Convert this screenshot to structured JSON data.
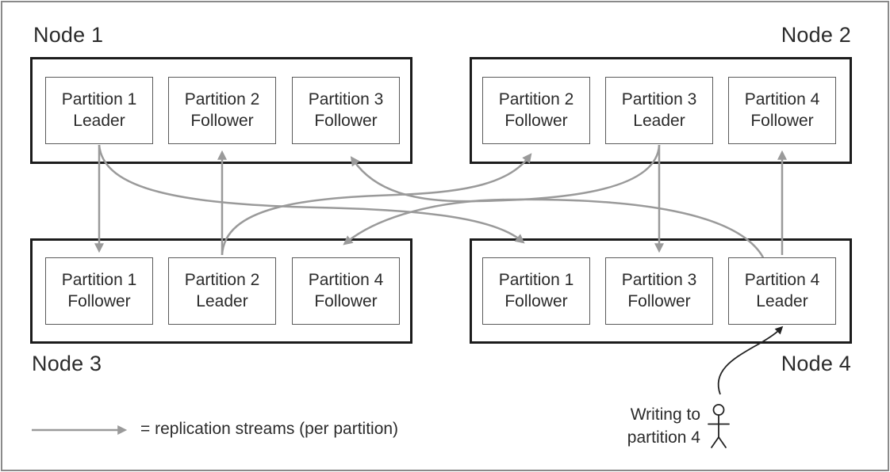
{
  "diagram": {
    "nodes": [
      {
        "label": "Node 1",
        "partitions": [
          {
            "name": "Partition 1",
            "role": "Leader"
          },
          {
            "name": "Partition 2",
            "role": "Follower"
          },
          {
            "name": "Partition 3",
            "role": "Follower"
          }
        ]
      },
      {
        "label": "Node 2",
        "partitions": [
          {
            "name": "Partition 2",
            "role": "Follower"
          },
          {
            "name": "Partition 3",
            "role": "Leader"
          },
          {
            "name": "Partition 4",
            "role": "Follower"
          }
        ]
      },
      {
        "label": "Node 3",
        "partitions": [
          {
            "name": "Partition 1",
            "role": "Follower"
          },
          {
            "name": "Partition 2",
            "role": "Leader"
          },
          {
            "name": "Partition 4",
            "role": "Follower"
          }
        ]
      },
      {
        "label": "Node 4",
        "partitions": [
          {
            "name": "Partition 1",
            "role": "Follower"
          },
          {
            "name": "Partition 3",
            "role": "Follower"
          },
          {
            "name": "Partition 4",
            "role": "Leader"
          }
        ]
      }
    ],
    "legend": {
      "label": "= replication streams (per partition)",
      "icon": "right-arrow-icon"
    },
    "annotation": {
      "line1": "Writing to",
      "line2": "partition 4",
      "icon": "person-stick-figure-icon"
    },
    "colors": {
      "stream_gray": "#9a9a9a",
      "node_border": "#1c1c1c",
      "partition_border": "#5a5a5a",
      "text": "#2b2b2b",
      "annotation_ink": "#222222",
      "frame_border": "#8a8a8a",
      "background": "#ffffff"
    }
  }
}
